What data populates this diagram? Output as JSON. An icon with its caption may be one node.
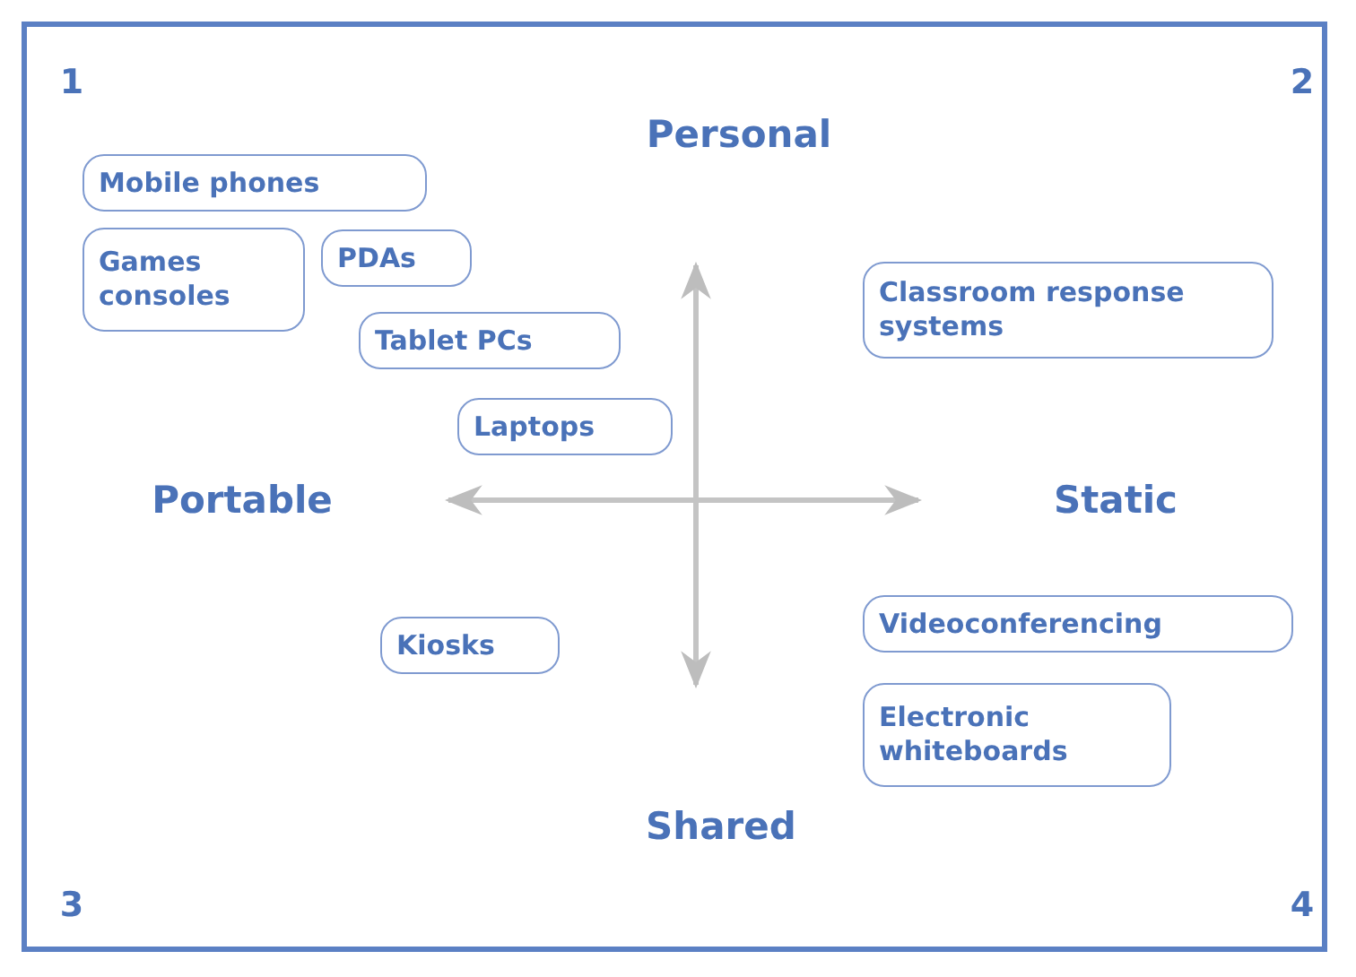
{
  "diagram": {
    "nodes": [
      {
        "text": [
          "Mobile phones"
        ]
      },
      {
        "text": [
          "Games consoles"
        ]
      },
      {
        "text": [
          "PDAs"
        ]
      },
      {
        "text": [
          "Tablet PCs"
        ]
      },
      {
        "text": [
          "Laptops"
        ]
      },
      {
        "text": [
          "Classroom response systems"
        ]
      },
      {
        "text": [
          "Kiosks"
        ]
      },
      {
        "text": [
          "Videoconferencing"
        ]
      },
      {
        "text": [
          "Electronic whiteboards"
        ]
      }
    ],
    "edges": [],
    "labels": [
      "1",
      "Personal",
      "2",
      "Portable",
      "Static",
      "Shared",
      "3",
      "4"
    ]
  }
}
